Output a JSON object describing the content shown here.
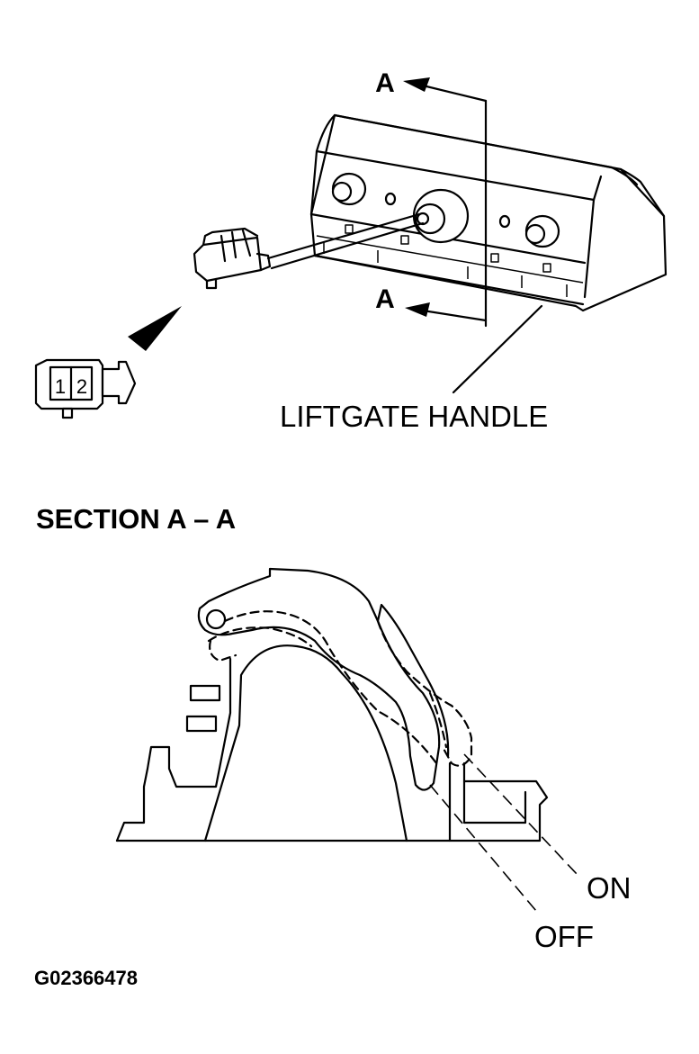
{
  "labels": {
    "section_marker_top": "A",
    "section_marker_bottom": "A",
    "connector_pin_1": "1",
    "connector_pin_2": "2",
    "liftgate_handle": "LIFTGATE HANDLE",
    "section_title": "SECTION A – A",
    "on": "ON",
    "off": "OFF",
    "figure_id": "G02366478"
  },
  "colors": {
    "ink": "#000000",
    "background": "#ffffff"
  }
}
